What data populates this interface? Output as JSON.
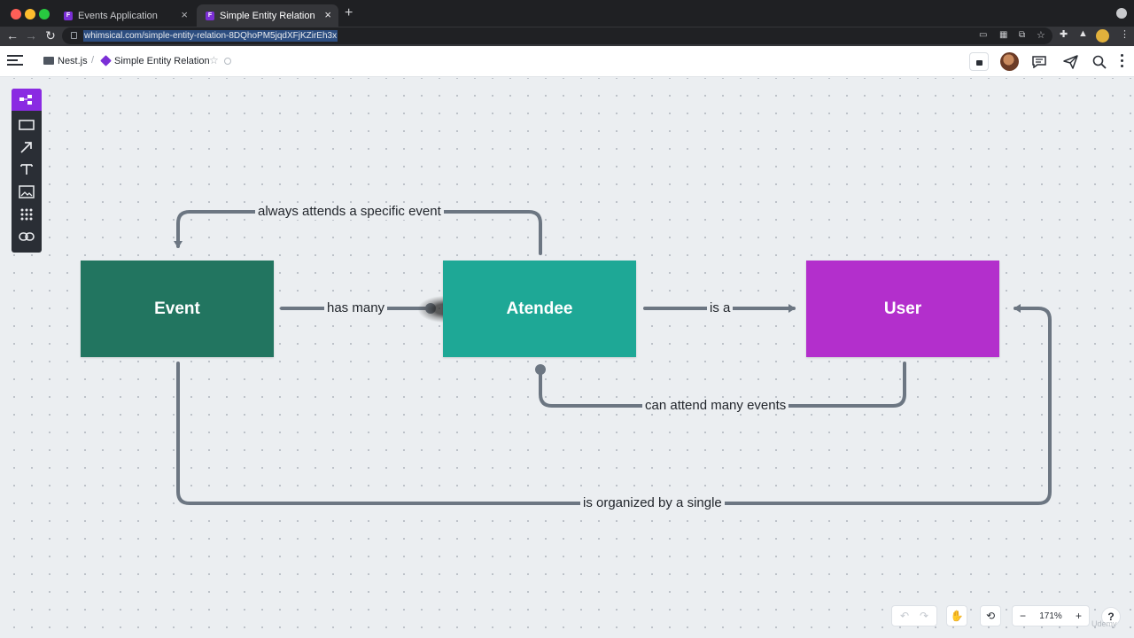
{
  "browser": {
    "tabs": [
      {
        "label": "Events Application",
        "favicon": "F",
        "active": false
      },
      {
        "label": "Simple Entity Relation",
        "favicon": "F",
        "active": true
      }
    ],
    "url": "whimsical.com/simple-entity-relation-8DQhoPM5jqdXFjKZirEh3x"
  },
  "header": {
    "breadcrumb_folder": "Nest.js",
    "breadcrumb_separator": "/",
    "document_title": "Simple Entity Relation"
  },
  "diagram": {
    "nodes": [
      {
        "id": "event",
        "label": "Event",
        "color": "#227560"
      },
      {
        "id": "atendee",
        "label": "Atendee",
        "color": "#1ea896"
      },
      {
        "id": "user",
        "label": "User",
        "color": "#b32fcc"
      }
    ],
    "edges": {
      "has_many": "has many",
      "is_a": "is a",
      "always_attends": "always attends a specific event",
      "can_attend": "can attend many events",
      "organized_by": "is organized by a single"
    },
    "connector_color": "#6c7682"
  },
  "footer": {
    "zoom": "171%",
    "help": "?",
    "watermark": "Udemy"
  },
  "colors": {
    "accent": "#8a2be2",
    "canvas": "#ebeef1"
  }
}
